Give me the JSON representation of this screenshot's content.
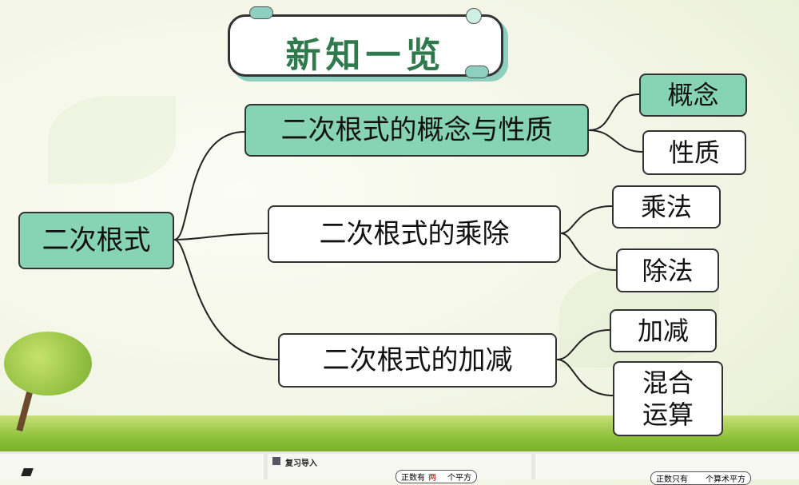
{
  "title": "新知一览",
  "root": "二次根式",
  "branches": [
    {
      "label": "二次根式的概念与性质",
      "children": [
        "概念",
        "性质"
      ]
    },
    {
      "label": "二次根式的乘除",
      "children": [
        "乘法",
        "除法"
      ]
    },
    {
      "label": "二次根式的加减",
      "children": [
        "加减",
        "混合运算"
      ]
    }
  ],
  "thumbnails": {
    "review_label": "复习导入",
    "text1": "正数有",
    "text1_mark": "两",
    "text1_end": "个平方",
    "text2": "正数只有",
    "text2_end": "个算术平方"
  },
  "colors": {
    "accent": "#86d4b4",
    "title": "#2f7a4c"
  }
}
